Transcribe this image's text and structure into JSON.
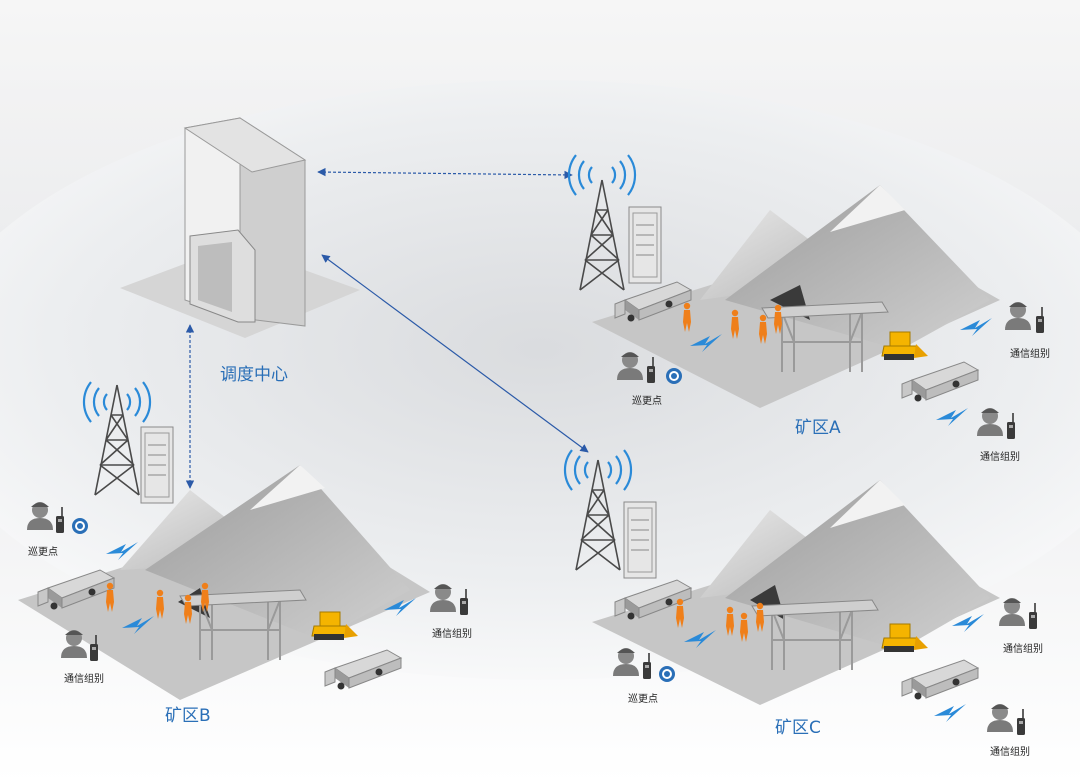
{
  "labels": {
    "center": "调度中心",
    "area_a": "矿区A",
    "area_b": "矿区B",
    "area_c": "矿区C",
    "patrol": "巡更点",
    "group": "通信组别"
  },
  "colors": {
    "link": "#2b5aa8",
    "signal": "#2a8ad8",
    "worker": "#ef7f1a",
    "machine": "#f5b400",
    "mountain": "#b9b9b9",
    "ground": "#c9c9c9",
    "label_blue": "#2a6fb7"
  },
  "icons": [
    "office-building-icon",
    "radio-tower-icon",
    "signal-waves-icon",
    "equipment-cabinet-icon",
    "dump-truck-icon",
    "bulldozer-icon",
    "worker-icon",
    "walkie-talkie-icon",
    "patrol-point-icon",
    "lightning-link-icon"
  ]
}
